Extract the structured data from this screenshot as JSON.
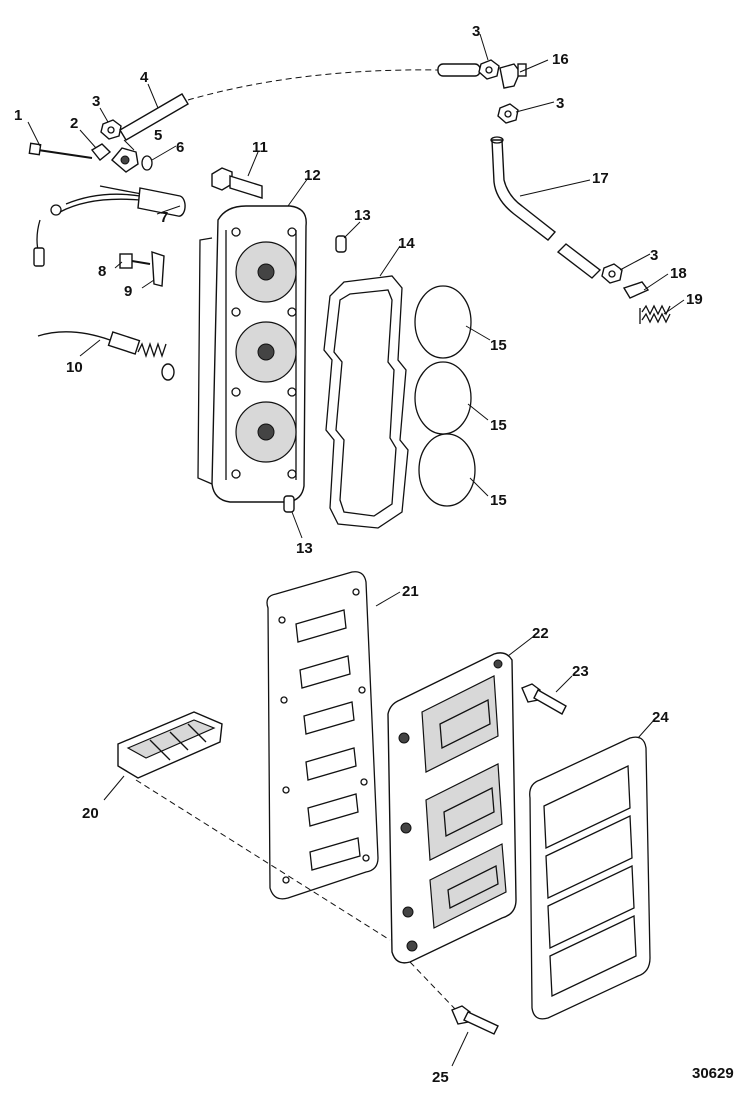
{
  "figure_number": "30629",
  "callouts": [
    "1",
    "2",
    "3",
    "4",
    "5",
    "6",
    "7",
    "8",
    "9",
    "10",
    "11",
    "12",
    "13",
    "14",
    "15",
    "16",
    "17",
    "18",
    "19",
    "20",
    "21",
    "22",
    "23",
    "24",
    "25"
  ]
}
